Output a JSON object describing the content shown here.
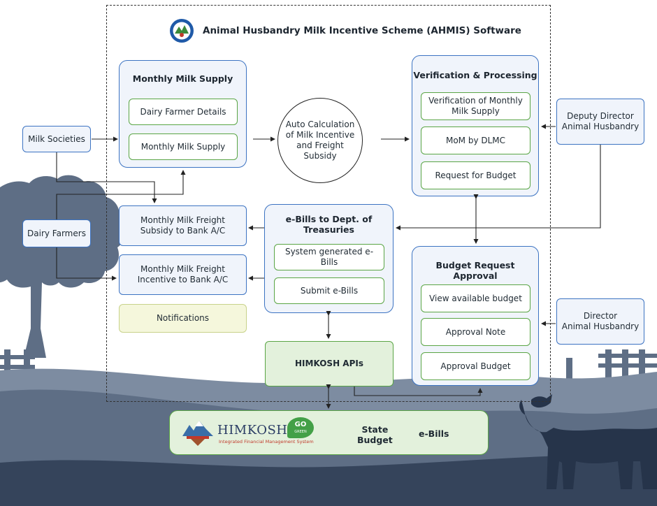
{
  "header": {
    "title": "Animal Husbandry Milk Incentive Scheme (AHMIS) Software"
  },
  "external": {
    "milk_societies": "Milk Societies",
    "dairy_farmers": "Dairy Farmers",
    "deputy_director_line1": "Deputy Director",
    "deputy_director_line2": "Animal Husbandry",
    "director_line1": "Director",
    "director_line2": "Animal Husbandry"
  },
  "monthly_supply": {
    "title": "Monthly Milk Supply",
    "items": [
      "Dairy Farmer Details",
      "Monthly Milk Supply"
    ]
  },
  "auto_calc": {
    "lines": [
      "Auto Calculation",
      "of Milk Incentive",
      "and Freight",
      "Subsidy"
    ]
  },
  "verification": {
    "title": "Verification & Processing",
    "items": [
      "Verification of Monthly",
      "Milk Supply",
      "MoM by DLMC",
      "Request for Budget"
    ]
  },
  "payments": {
    "freight_line1": "Monthly Milk Freight",
    "freight_line2": "Subsidy to Bank A/C",
    "incentive_line1": "Monthly Milk Freight",
    "incentive_line2": "Incentive to Bank A/C",
    "notifications": "Notifications"
  },
  "ebills": {
    "title_line1": "e-Bills to Dept. of",
    "title_line2": "Treasuries",
    "items": [
      "System generated e-Bills",
      "Submit e-Bills"
    ]
  },
  "budget_approval": {
    "title": "Budget Request Approval",
    "items": [
      "View available budget",
      "Approval Note",
      "Approval Budget"
    ]
  },
  "himkosh_apis": "HIMKOSH APIs",
  "himkosh": {
    "logo_text": "HIMKOSH",
    "logo_sub": "Integrated Financial Management System",
    "go_text": "GO",
    "go_sub": "GREEN",
    "state_budget_line1": "State",
    "state_budget_line2": "Budget",
    "ebills": "e-Bills"
  },
  "colors": {
    "panel_border": "#3c73c2",
    "panel_fill": "#f0f4fb",
    "item_border": "#5aa545",
    "himkosh_fill": "#e3f1dc",
    "notification_fill": "#f5f7dc",
    "silhouette": "#5e6e85"
  }
}
